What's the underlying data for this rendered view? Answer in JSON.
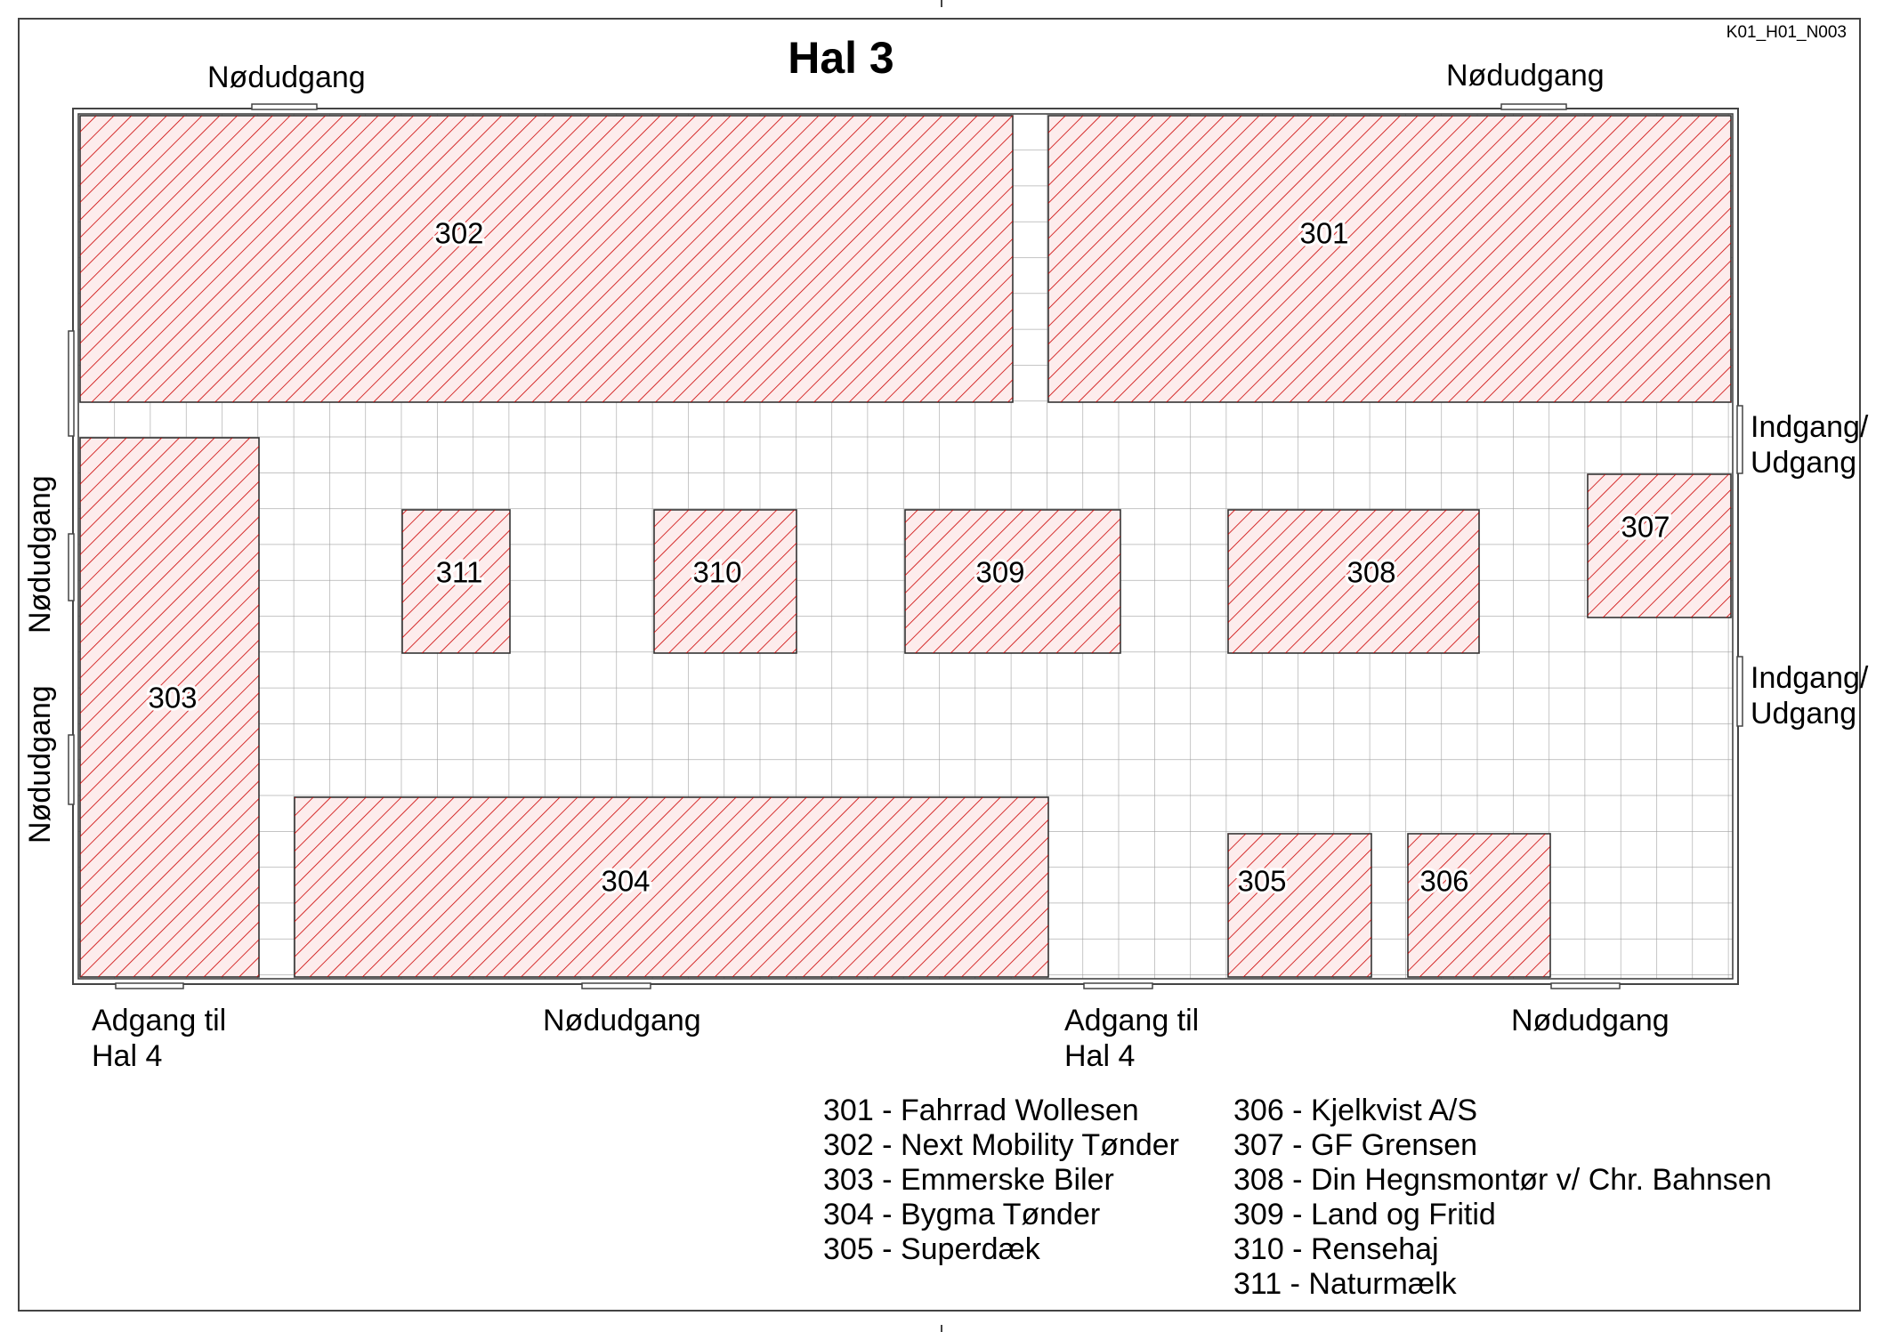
{
  "code": "K01_H01_N003",
  "title": "Hal 3",
  "colors": {
    "booth_stroke": "#cc0000",
    "booth_fill": "#fdecec",
    "grid": "#a0a0a0",
    "outline": "#444444"
  },
  "booths": [
    {
      "id": "302"
    },
    {
      "id": "301"
    },
    {
      "id": "303"
    },
    {
      "id": "311"
    },
    {
      "id": "310"
    },
    {
      "id": "309"
    },
    {
      "id": "308"
    },
    {
      "id": "307"
    },
    {
      "id": "304"
    },
    {
      "id": "305"
    },
    {
      "id": "306"
    }
  ],
  "labels": {
    "exit_top_left": "Nødudgang",
    "exit_top_right": "Nødudgang",
    "exit_left_1": "Nødudgang",
    "exit_left_2": "Nødudgang",
    "entrance_1_line1": "Indgang/",
    "entrance_1_line2": "Udgang",
    "entrance_2_line1": "Indgang/",
    "entrance_2_line2": "Udgang",
    "access_1_line1": "Adgang til",
    "access_1_line2": "Hal 4",
    "exit_bottom_1": "Nødudgang",
    "access_2_line1": "Adgang til",
    "access_2_line2": "Hal 4",
    "exit_bottom_2": "Nødudgang"
  },
  "legend_left": [
    "301 - Fahrrad Wollesen",
    "302 - Next Mobility Tønder",
    "303 - Emmerske Biler",
    "304 - Bygma Tønder",
    "305 - Superdæk"
  ],
  "legend_right": [
    "306 - Kjelkvist A/S",
    "307 - GF Grensen",
    "308 - Din Hegnsmontør v/ Chr. Bahnsen",
    "309 - Land og Fritid",
    "310 - Rensehaj",
    "311 - Naturmælk"
  ]
}
